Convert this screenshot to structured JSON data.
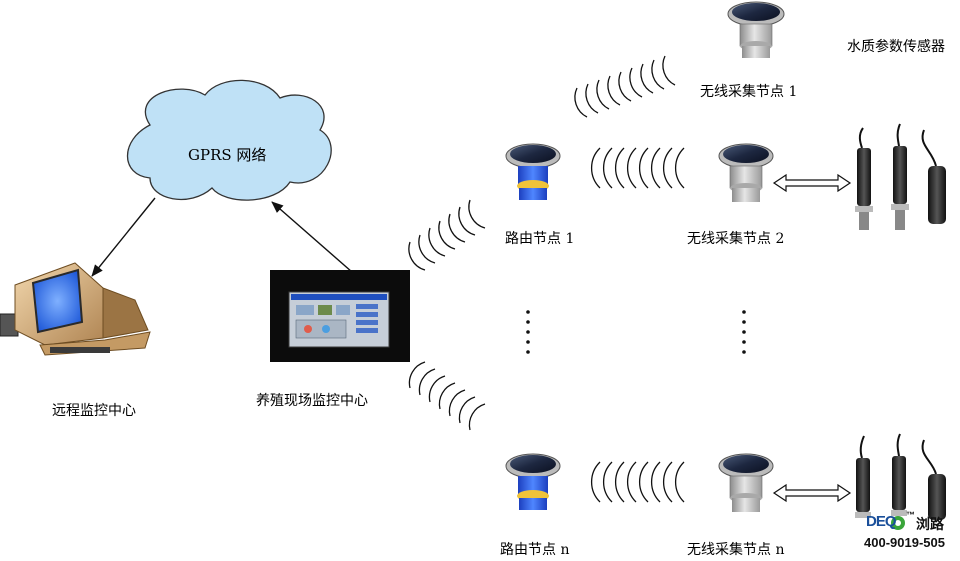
{
  "labels": {
    "cloud": "GPRS 网络",
    "remote_center": "远程监控中心",
    "onsite_center": "养殖现场监控中心",
    "router_1": "路由节点 1",
    "router_n": "路由节点 n",
    "collector_1": "无线采集节点 1",
    "collector_2": "无线采集节点 2",
    "collector_n": "无线采集节点 n",
    "sensors": "水质参数传感器"
  },
  "logo": {
    "letters": "DEQ",
    "tm": "™",
    "name": "浏路",
    "phone": "400-9019-505"
  },
  "colors": {
    "cloud_fill": "#bfe1f6",
    "line": "#111111",
    "logo_blue": "#1a4f9a",
    "logo_green": "#3aa53a"
  }
}
